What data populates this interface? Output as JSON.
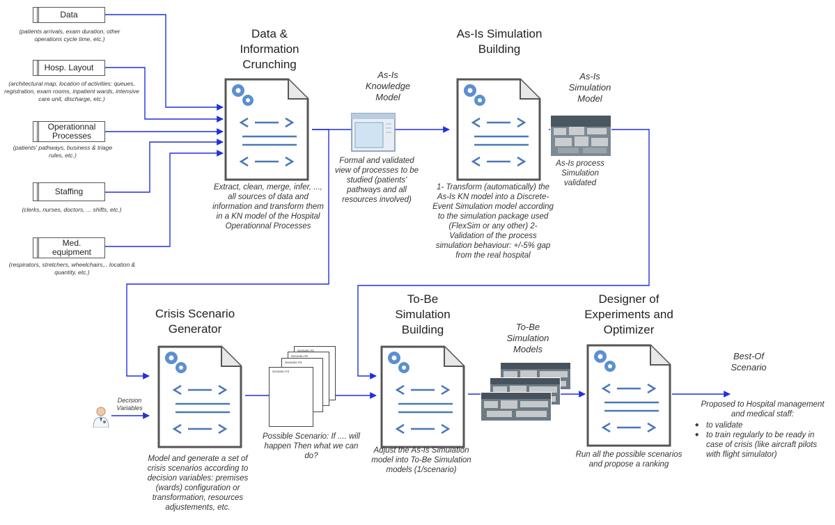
{
  "inputs": [
    {
      "label": "Data",
      "note": "(patients arrivals, exam duration, other operations cycle time, etc.)"
    },
    {
      "label": "Hosp. Layout",
      "note": "(architectural map, location of activities: queues, registration, exam rooms, inpatient wards, intensive care unit, discharge, etc.)"
    },
    {
      "label": "Operationnal Processes",
      "note": "(patients' pathways, business & triage rules, etc.)"
    },
    {
      "label": "Staffing",
      "note": "(clerks, nurses, doctors, ... shifts, etc.)"
    },
    {
      "label": "Med. equipment",
      "note": "(respirators, stretchers, wheelchairs,.. location & quantity, etc.)"
    }
  ],
  "steps": {
    "crunching": {
      "title": "Data & Information Crunching",
      "caption": "Extract, clean, merge, infer, ..., all sources of data and information and transform them in a KN model of the Hospital Operationnal Processes"
    },
    "asis_building": {
      "title": "As-Is Simulation Building",
      "caption": "1- Transform (automatically) the As-Is KN model into a Discrete-Event Simulation model according to the simulation package used (FlexSim or any other) 2- Validation of the process simulation behaviour: +/-5% gap from the real hospital"
    },
    "crisis": {
      "title": "Crisis Scenario Generator",
      "caption": "Model and generate a set of crisis scenarios according to decision variables: premises (wards) configuration or transformation, resources adjustements, etc."
    },
    "tobe_building": {
      "title": "To-Be Simulation Building",
      "caption": "Adjust the As-Is Simulation model into To-Be Simulation models (1/scenario)"
    },
    "designer": {
      "title": "Designer of Experiments and Optimizer",
      "caption": "Run all the possible scenarios and propose a ranking"
    }
  },
  "artifacts": {
    "kn_model": {
      "label": "As-Is Knowledge Model",
      "caption": "Formal and validated view of processes to be studied (patients' pathways and all resources involved)"
    },
    "asis_sim_model": {
      "label": "As-Is Simulation Model",
      "caption": "As-Is process Simulation validated"
    },
    "tobe_models": {
      "label": "To-Be Simulation Models"
    },
    "scenarios": {
      "caption": "Possible Scenario: If .... will happen Then what we can do?",
      "sheet_labels": [
        "Scenario #1",
        "Scenario #2",
        "Scenario #3",
        "Scenario #4"
      ]
    },
    "decision": {
      "label": "Decision Variables"
    },
    "best_of": {
      "label": "Best-Of Scenario",
      "intro": "Proposed to Hospital management and medical staff:",
      "bullets": [
        "to validate",
        "to train regularly to be ready in case of crisis (like aircraft pilots with flight simulator)"
      ]
    }
  },
  "colors": {
    "arrow": "#1f2fe0",
    "gear": "#5b8fd1",
    "doc_line": "#4a78b8"
  }
}
